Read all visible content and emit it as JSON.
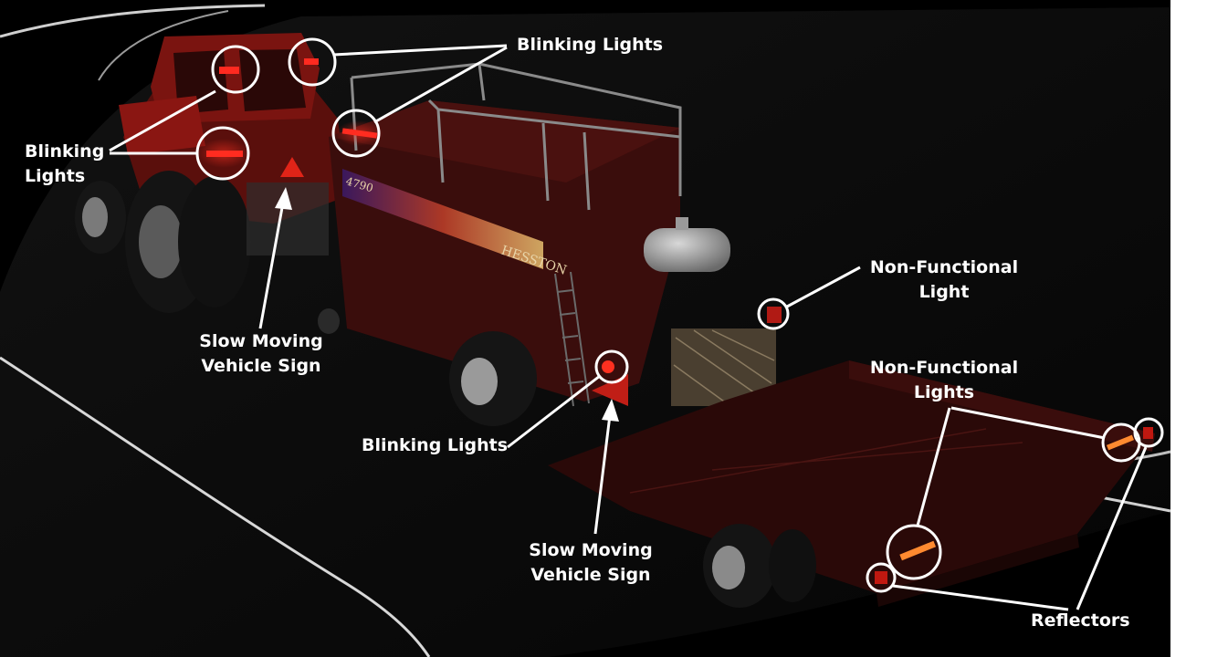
{
  "labels": {
    "blinking_top": "Blinking Lights",
    "blinking_left": [
      "Blinking",
      "Lights"
    ],
    "smv_left": [
      "Slow Moving",
      "Vehicle Sign"
    ],
    "nonfunc_light": [
      "Non-Functional",
      "Light"
    ],
    "nonfunc_lights": [
      "Non-Functional",
      "Lights"
    ],
    "blinking_center": "Blinking Lights",
    "smv_center": [
      "Slow Moving",
      "Vehicle Sign"
    ],
    "reflectors": "Reflectors",
    "baler_brand": "HESSTON",
    "baler_model": "4790"
  },
  "colors": {
    "background": "#000000",
    "road_edge": "#d8d8d8",
    "machine_red": "#3a0d0c",
    "tractor_red": "#8a1612",
    "light_red": "#e0201a",
    "reflector_orange": "#ff7a2a",
    "callout": "#ffffff"
  }
}
